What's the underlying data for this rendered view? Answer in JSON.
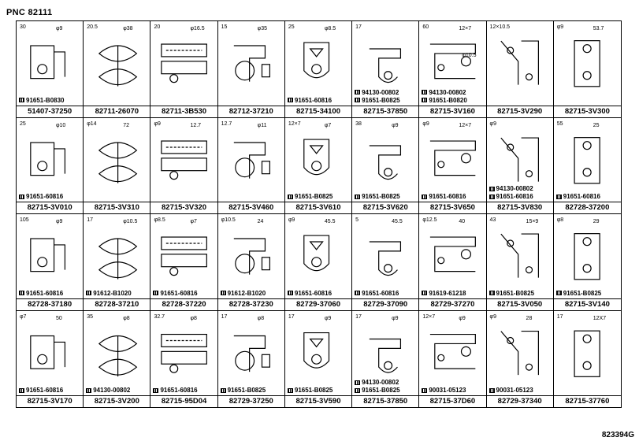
{
  "header": {
    "pnc": "PNC  82111"
  },
  "footer": {
    "doc_id": "823394G"
  },
  "cells": [
    {
      "part": "51407-37250",
      "callouts": [
        "91651-B0830"
      ],
      "dims": [
        "30",
        "φ9"
      ]
    },
    {
      "part": "82711-26070",
      "callouts": [],
      "dims": [
        "20.5",
        "φ38"
      ]
    },
    {
      "part": "82711-3B530",
      "callouts": [],
      "dims": [
        "20",
        "φ16.5"
      ]
    },
    {
      "part": "82712-37210",
      "callouts": [],
      "dims": [
        "15",
        "φ35"
      ]
    },
    {
      "part": "82715-34100",
      "callouts": [
        "91651-60816"
      ],
      "dims": [
        "25",
        "φ8.5"
      ]
    },
    {
      "part": "82715-37850",
      "callouts": [
        "94130-00802",
        "91651-B0825"
      ],
      "dims": [
        "17"
      ]
    },
    {
      "part": "82715-3V160",
      "callouts": [
        "94130-00802",
        "91651-B0820"
      ],
      "dims": [
        "60",
        "12×7",
        "φ10.5"
      ]
    },
    {
      "part": "82715-3V290",
      "callouts": [],
      "dims": [
        "12×10.5"
      ]
    },
    {
      "part": "82715-3V300",
      "callouts": [],
      "dims": [
        "φ9",
        "53.7"
      ]
    },
    {
      "part": "82715-3V010",
      "callouts": [
        "91651-60816"
      ],
      "dims": [
        "25",
        "φ10"
      ]
    },
    {
      "part": "82715-3V310",
      "callouts": [],
      "dims": [
        "φ14",
        "72"
      ]
    },
    {
      "part": "82715-3V320",
      "callouts": [],
      "dims": [
        "φ9",
        "12.7"
      ]
    },
    {
      "part": "82715-3V460",
      "callouts": [],
      "dims": [
        "12.7",
        "φ11"
      ]
    },
    {
      "part": "82715-3V610",
      "callouts": [
        "91651-B0825"
      ],
      "dims": [
        "12×7",
        "φ7"
      ]
    },
    {
      "part": "82715-3V620",
      "callouts": [
        "91651-B0825"
      ],
      "dims": [
        "38",
        "φ9"
      ]
    },
    {
      "part": "82715-3V650",
      "callouts": [
        "91651-60816"
      ],
      "dims": [
        "φ9",
        "12×7"
      ]
    },
    {
      "part": "82715-3V830",
      "callouts": [
        "94130-00802",
        "91651-60816"
      ],
      "dims": [
        "φ9"
      ]
    },
    {
      "part": "82728-37200",
      "callouts": [
        "91651-60816"
      ],
      "dims": [
        "55",
        "25"
      ]
    },
    {
      "part": "82728-37180",
      "callouts": [
        "91651-60816"
      ],
      "dims": [
        "105",
        "φ9"
      ]
    },
    {
      "part": "82728-37210",
      "callouts": [
        "91612-B1020"
      ],
      "dims": [
        "17",
        "φ10.5"
      ]
    },
    {
      "part": "82728-37220",
      "callouts": [
        "91651-60816"
      ],
      "dims": [
        "φ8.5",
        "φ7"
      ]
    },
    {
      "part": "82728-37230",
      "callouts": [
        "91612-B1020"
      ],
      "dims": [
        "φ10.5",
        "24"
      ]
    },
    {
      "part": "82729-37060",
      "callouts": [
        "91651-60816"
      ],
      "dims": [
        "φ9",
        "45.5"
      ]
    },
    {
      "part": "82729-37090",
      "callouts": [
        "91651-60816"
      ],
      "dims": [
        "5",
        "45.5"
      ]
    },
    {
      "part": "82729-37270",
      "callouts": [
        "91619-61218"
      ],
      "dims": [
        "φ12.5",
        "40"
      ]
    },
    {
      "part": "82715-3V050",
      "callouts": [
        "91651-B0825"
      ],
      "dims": [
        "43",
        "15×9"
      ]
    },
    {
      "part": "82715-3V140",
      "callouts": [
        "91651-B0825"
      ],
      "dims": [
        "φ8",
        "29"
      ]
    },
    {
      "part": "82715-3V170",
      "callouts": [
        "91651-60816"
      ],
      "dims": [
        "φ7",
        "50"
      ]
    },
    {
      "part": "82715-3V200",
      "callouts": [
        "94130-00802"
      ],
      "dims": [
        "35",
        "φ8"
      ]
    },
    {
      "part": "82715-95D04",
      "callouts": [
        "91651-60816"
      ],
      "dims": [
        "32.7",
        "φ8"
      ]
    },
    {
      "part": "82729-37250",
      "callouts": [
        "91651-B0825"
      ],
      "dims": [
        "17",
        "φ8"
      ]
    },
    {
      "part": "82715-3V590",
      "callouts": [
        "91651-B0825"
      ],
      "dims": [
        "17",
        "φ9"
      ]
    },
    {
      "part": "82715-37850",
      "callouts": [
        "94130-00802",
        "91651-B0825"
      ],
      "dims": [
        "17",
        "φ9"
      ]
    },
    {
      "part": "82715-37D60",
      "callouts": [
        "90031-05123"
      ],
      "dims": [
        "12×7",
        "φ9"
      ]
    },
    {
      "part": "82729-37340",
      "callouts": [
        "90031-05123"
      ],
      "dims": [
        "φ9",
        "28"
      ]
    },
    {
      "part": "82715-37760",
      "callouts": [],
      "dims": [
        "17",
        "12X7"
      ]
    }
  ]
}
